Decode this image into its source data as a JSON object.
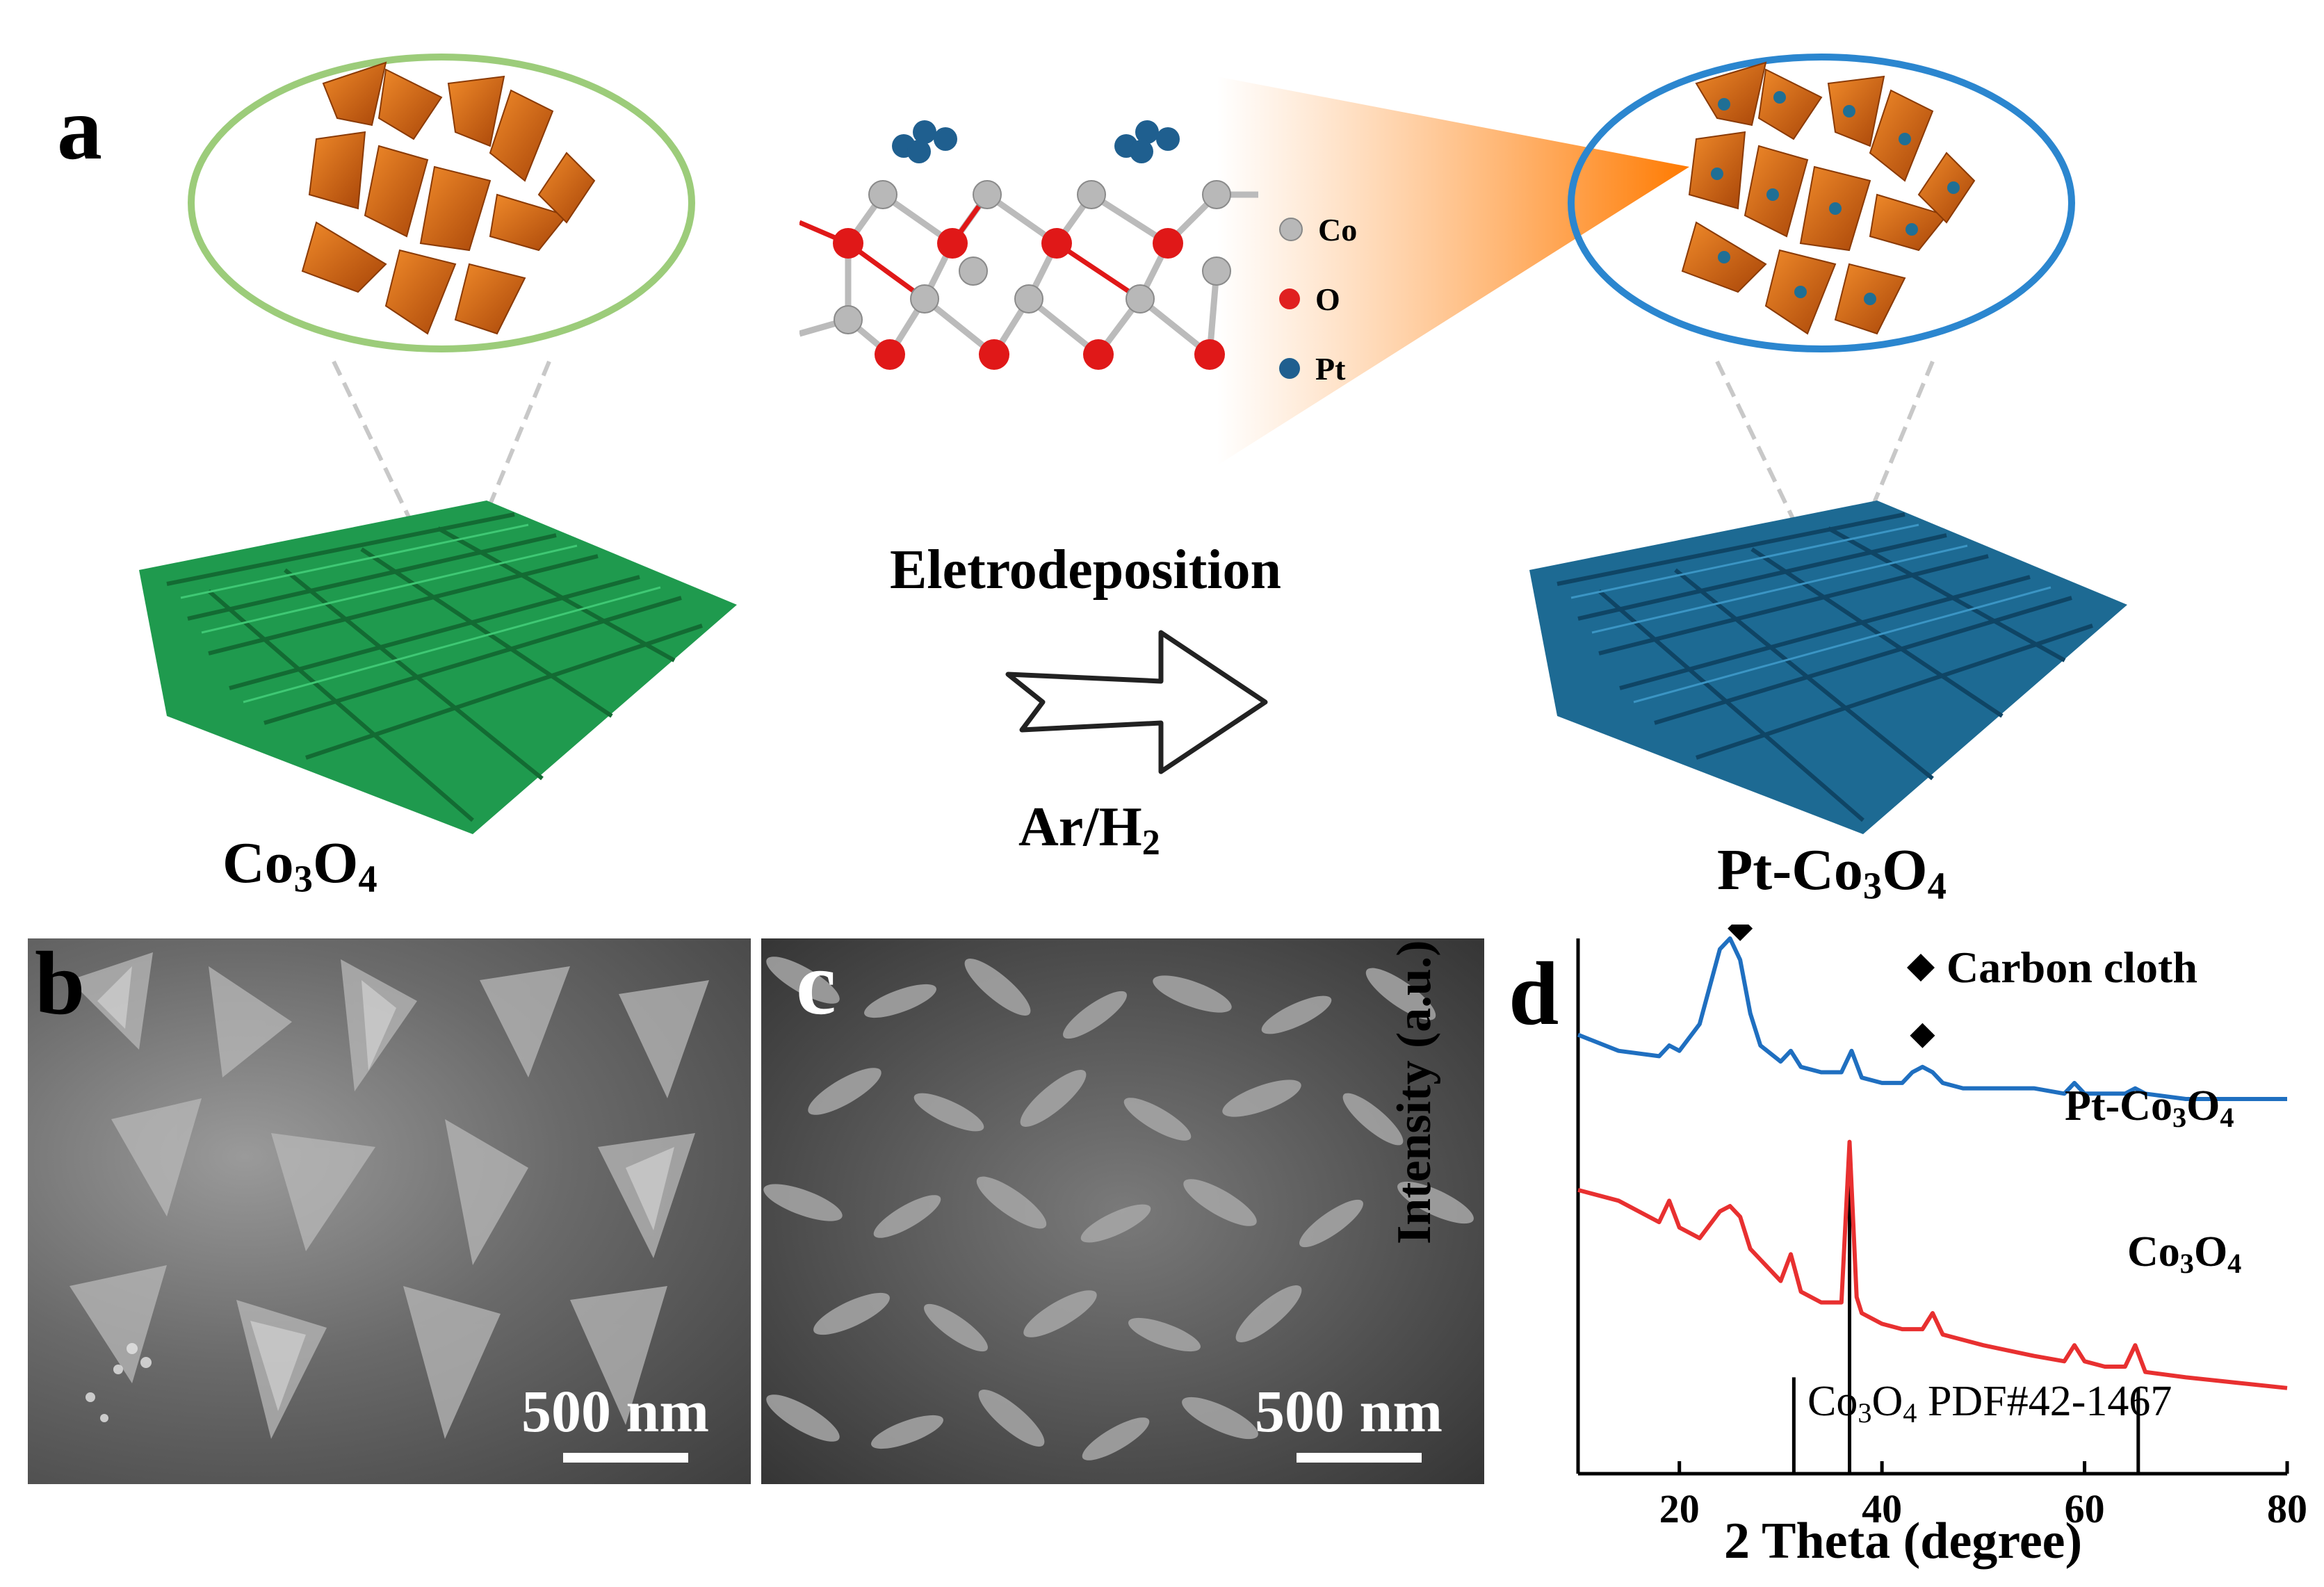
{
  "panel_a": {
    "letter": "a",
    "left_label": {
      "main": "Co",
      "sub1": "3",
      "mid": "O",
      "sub2": "4"
    },
    "right_label": {
      "prefix": "Pt-Co",
      "sub1": "3",
      "mid": "O",
      "sub2": "4"
    },
    "process_top": "Eletrodeposition",
    "process_bottom": {
      "main": "Ar/H",
      "sub": "2"
    },
    "legend": [
      {
        "label": "Co",
        "color": "#b8b8b8"
      },
      {
        "label": "O",
        "color": "#e02020"
      },
      {
        "label": "Pt",
        "color": "#1f5f8f"
      }
    ],
    "colors": {
      "cloth_left": "#1f9a4e",
      "cloth_right": "#1d6a93",
      "ellipse_left": "#9ccc7a",
      "ellipse_right": "#2b86cf",
      "flakes": "#d9660d"
    }
  },
  "panel_b": {
    "letter": "b",
    "scale": "500 nm"
  },
  "panel_c": {
    "letter": "c",
    "scale": "500 nm"
  },
  "panel_d": {
    "letter": "d",
    "legend_label": "Carbon cloth",
    "series_labels": {
      "pt": {
        "prefix": "Pt-Co",
        "sub1": "3",
        "mid": "O",
        "sub2": "4"
      },
      "co": {
        "prefix": "Co",
        "sub1": "3",
        "mid": "O",
        "sub2": "4"
      }
    },
    "pdf_label": {
      "prefix": "Co",
      "sub1": "3",
      "mid": "O",
      "sub2": "4",
      "suffix": " PDF#42-1467"
    },
    "xlabel": "2 Theta (degree)",
    "ylabel": "Intensity (a.u.)",
    "xticks": [
      "20",
      "40",
      "60",
      "80"
    ]
  },
  "chart_data": {
    "type": "line",
    "xlabel": "2 Theta (degree)",
    "ylabel": "Intensity (a.u.)",
    "xlim": [
      10,
      80
    ],
    "series": [
      {
        "name": "Pt-Co3O4",
        "color": "#1f6fc0",
        "x": [
          10,
          14,
          18,
          19,
          20,
          22,
          24,
          25,
          26,
          27,
          28,
          30,
          31,
          32,
          34,
          36,
          37,
          38,
          40,
          42,
          43,
          44,
          45,
          46,
          48,
          50,
          55,
          58,
          59,
          60,
          62,
          64,
          65,
          66,
          70,
          75,
          80
        ],
        "y": [
          0.82,
          0.79,
          0.78,
          0.8,
          0.79,
          0.84,
          0.98,
          1.0,
          0.96,
          0.86,
          0.8,
          0.77,
          0.79,
          0.76,
          0.75,
          0.75,
          0.79,
          0.74,
          0.73,
          0.73,
          0.75,
          0.76,
          0.75,
          0.73,
          0.72,
          0.72,
          0.72,
          0.71,
          0.73,
          0.71,
          0.71,
          0.71,
          0.72,
          0.71,
          0.7,
          0.7,
          0.7
        ]
      },
      {
        "name": "Co3O4",
        "color": "#e83030",
        "x": [
          10,
          14,
          18,
          19,
          20,
          22,
          24,
          25,
          26,
          27,
          28,
          30,
          31,
          32,
          34,
          36,
          36.8,
          37.5,
          38,
          40,
          42,
          44,
          45,
          46,
          48,
          50,
          55,
          58,
          59,
          60,
          62,
          64,
          65,
          66,
          70,
          75,
          80
        ],
        "y": [
          0.53,
          0.51,
          0.47,
          0.51,
          0.46,
          0.44,
          0.49,
          0.5,
          0.48,
          0.42,
          0.4,
          0.36,
          0.41,
          0.34,
          0.32,
          0.32,
          0.62,
          0.33,
          0.3,
          0.28,
          0.27,
          0.27,
          0.3,
          0.26,
          0.25,
          0.24,
          0.22,
          0.21,
          0.24,
          0.21,
          0.2,
          0.2,
          0.24,
          0.19,
          0.18,
          0.17,
          0.16
        ]
      }
    ],
    "reference_lines": {
      "name": "Co3O4 PDF#42-1467",
      "x": [
        31.3,
        36.8,
        65.3
      ],
      "heights": [
        0.18,
        0.55,
        0.16
      ]
    },
    "markers": [
      {
        "symbol": "diamond",
        "x": 26
      },
      {
        "symbol": "diamond",
        "x": 44
      }
    ]
  }
}
